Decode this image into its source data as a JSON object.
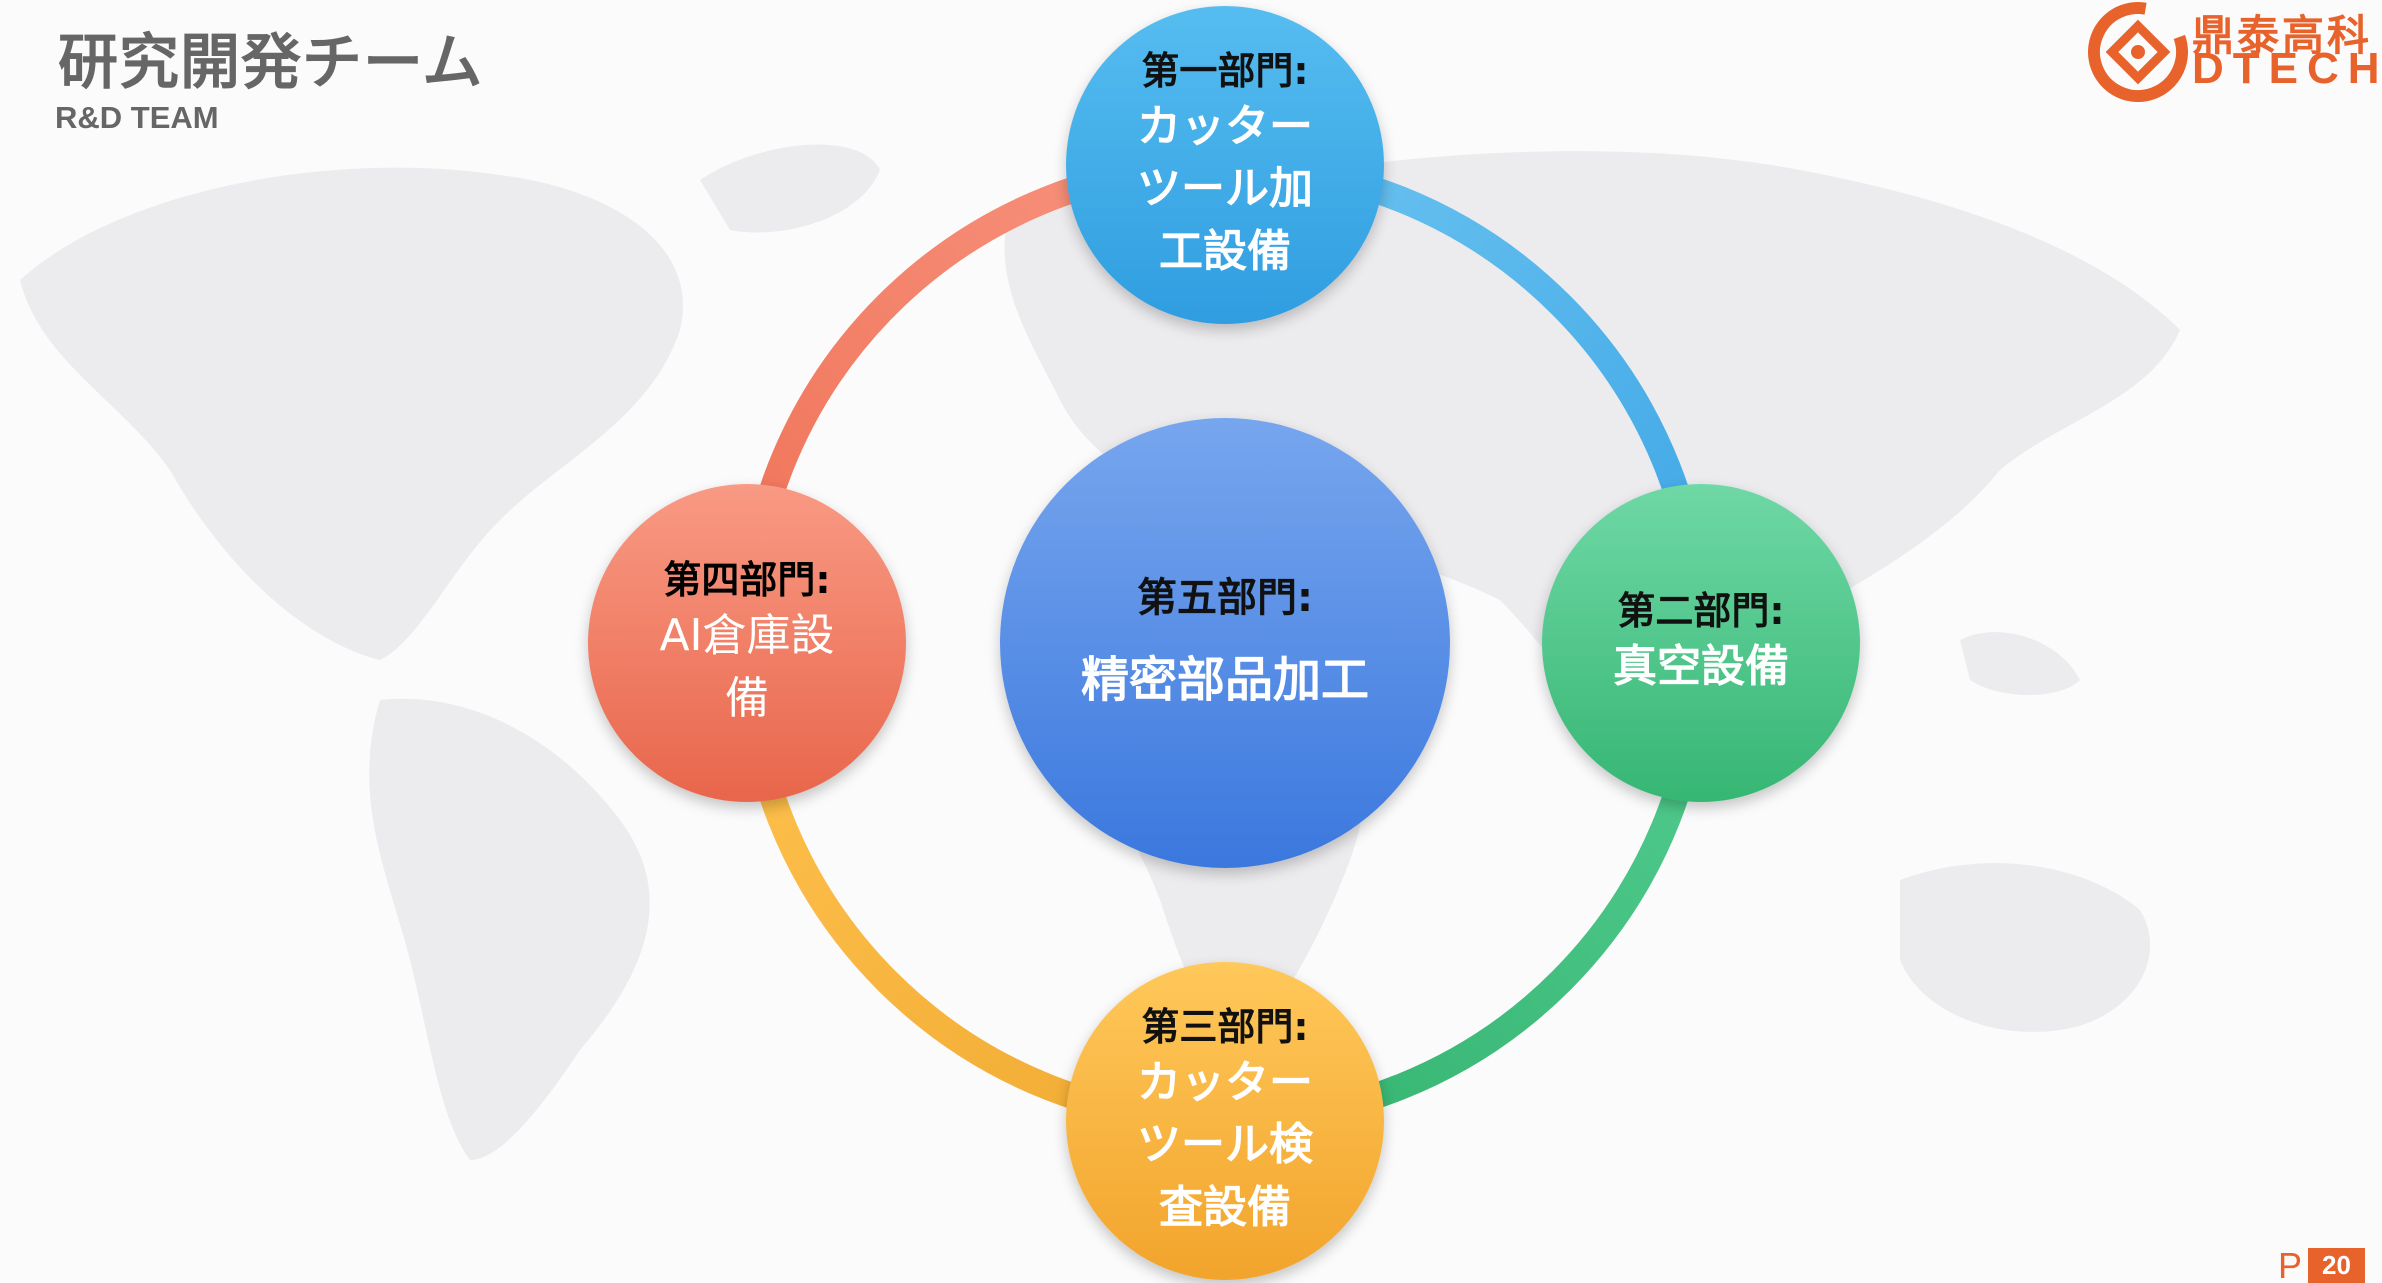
{
  "header": {
    "title": "研究開発チーム",
    "subtitle": "R&D TEAM"
  },
  "logo": {
    "name_cn": "鼎泰高科",
    "name_en": "DTECH"
  },
  "diagram": {
    "center": {
      "heading": "第五部門:",
      "body": "精密部品加工"
    },
    "nodes": [
      {
        "heading": "第一部門:",
        "lines": [
          "カッター",
          "ツール加",
          "工設備"
        ]
      },
      {
        "heading": "第二部門:",
        "lines": [
          "真空設備"
        ]
      },
      {
        "heading": "第三部門:",
        "lines": [
          "カッター",
          "ツール検",
          "査設備"
        ]
      },
      {
        "heading": "第四部門:",
        "lines": [
          "AI倉庫設",
          "備"
        ]
      }
    ]
  },
  "colors": {
    "node1": "#3ba8e8",
    "node2": "#45c486",
    "node3": "#f7b23c",
    "node4": "#ef7a60",
    "center": "#4f89e6",
    "accent": "#e8622c"
  },
  "footer": {
    "page_prefix": "P",
    "page_number": "20"
  }
}
